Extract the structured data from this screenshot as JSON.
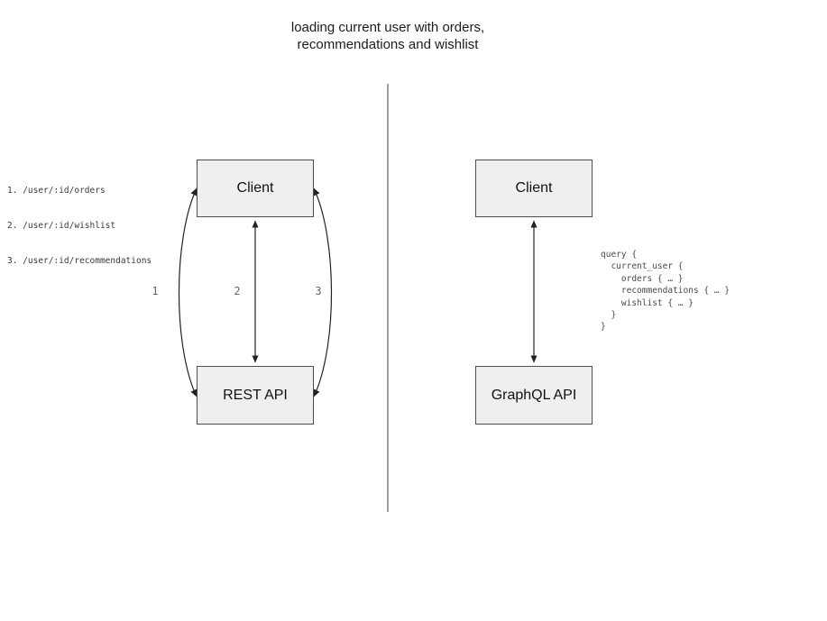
{
  "title": "loading current user with orders,\nrecommendations and wishlist",
  "colors": {
    "background": "#ffffff",
    "box_fill": "#efefef",
    "box_border": "#4d4d4d",
    "arrow": "#222222",
    "divider": "#808080",
    "annotation_text": "#3a3a3a",
    "arrow_label_text": "#666666"
  },
  "left_panel": {
    "client_label": "Client",
    "api_label": "REST API",
    "endpoints": [
      "1. /user/:id/orders",
      "2. /user/:id/wishlist",
      "3. /user/:id/recommendations"
    ],
    "arrow_labels": [
      "1",
      "2",
      "3"
    ]
  },
  "right_panel": {
    "client_label": "Client",
    "api_label": "GraphQL API",
    "query": "query {\n  current_user {\n    orders { … }\n    recommendations { … }\n    wishlist { … }\n  }\n}"
  }
}
